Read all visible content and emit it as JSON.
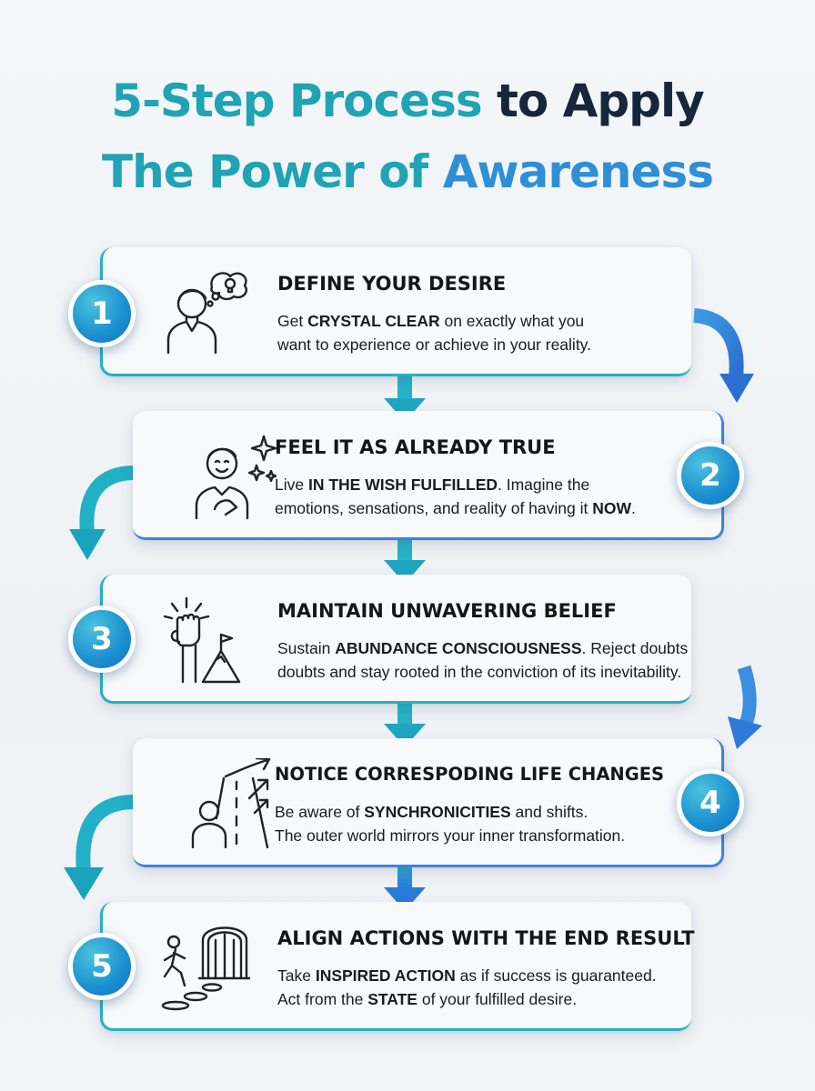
{
  "title": {
    "part1": "5-Step Process",
    "part2": "to Apply",
    "part3": "The Power of",
    "part4": "Awareness"
  },
  "colors": {
    "teal": "#1fa3b5",
    "navy": "#15263d",
    "blue": "#2f8fd6"
  },
  "steps": [
    {
      "number": "1",
      "icon": "thinking-person-lightbulb-icon",
      "heading": "DEFINE YOUR DESIRE",
      "line1_pre": "Get ",
      "line1_bold": "CRYSTAL CLEAR",
      "line1_post": " on exactly what you",
      "line2": "want to experience or achieve in your reality."
    },
    {
      "number": "2",
      "icon": "smiling-person-sparkles-icon",
      "heading": "FEEL IT AS ALREADY TRUE",
      "line1_pre": "Live ",
      "line1_bold": "IN THE WISH FULFILLED",
      "line1_post": ". Imagine the",
      "line2_pre": "emotions, sensations, and reality of having it ",
      "line2_bold": "NOW",
      "line2_post": "."
    },
    {
      "number": "3",
      "icon": "raised-fist-mountain-flag-icon",
      "heading": "MAINTAIN UNWAVERING BELIEF",
      "line1_pre": "Sustain ",
      "line1_bold": "ABUNDANCE CONSCIOUSNESS",
      "line1_post": ". Reject doubts",
      "line2": "doubts and stay rooted in the conviction of its inevitability."
    },
    {
      "number": "4",
      "icon": "person-path-arrows-icon",
      "heading": "NOTICE CORRESPODING LIFE CHANGES",
      "line1_pre": "Be aware of ",
      "line1_bold": "SYNCHRONICITIES",
      "line1_post": " and shifts.",
      "line2": "The outer world mirrors your inner transformation."
    },
    {
      "number": "5",
      "icon": "person-climbing-steps-gate-icon",
      "heading": "ALIGN ACTIONS WITH THE END RESULT",
      "line1_pre": "Take ",
      "line1_bold": "INSPIRED ACTION",
      "line1_post": " as if success is guaranteed.",
      "line2_pre": "Act from the ",
      "line2_bold": "STATE",
      "line2_post": " of your fulfilled desire."
    }
  ]
}
